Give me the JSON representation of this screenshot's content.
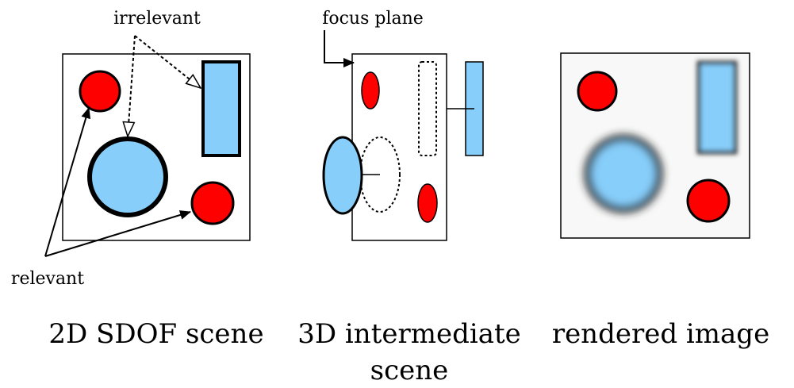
{
  "labels": {
    "irrelevant": "irrelevant",
    "relevant": "relevant",
    "focus_plane": "focus plane"
  },
  "captions": {
    "panel1": "2D SDOF scene",
    "panel2_line1": "3D intermediate",
    "panel2_line2": "scene",
    "panel3": "rendered image"
  },
  "colors": {
    "red": "#ff0000",
    "blue": "#87cefa",
    "outline": "#000000",
    "render_bg": "#f7f8f7"
  }
}
